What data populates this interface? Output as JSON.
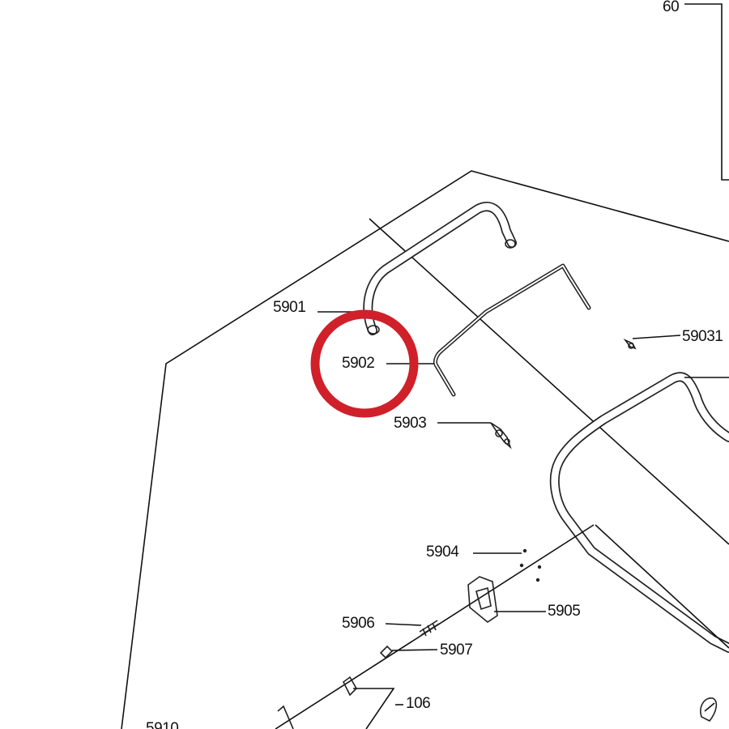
{
  "labels": {
    "p60": "60",
    "p5901": "5901",
    "p5902": "5902",
    "p59031": "59031",
    "p5903": "5903",
    "p5904": "5904",
    "p5905": "5905",
    "p5906": "5906",
    "p5907": "5907",
    "p106": "106",
    "p5910": "5910"
  },
  "highlight": {
    "color": "#d0202a",
    "target": "5902"
  }
}
